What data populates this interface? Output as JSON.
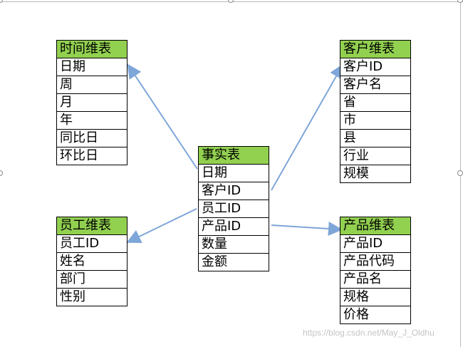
{
  "tables": {
    "time": {
      "title": "时间维表",
      "rows": [
        "日期",
        "周",
        "月",
        "年",
        "同比日",
        "环比日"
      ]
    },
    "customer": {
      "title": "客户维表",
      "rows": [
        "客户ID",
        "客户名",
        "省",
        "市",
        "县",
        "行业",
        "规模"
      ]
    },
    "fact": {
      "title": "事实表",
      "rows": [
        "日期",
        "客户ID",
        "员工ID",
        "产品ID",
        "数量",
        "金额"
      ]
    },
    "employee": {
      "title": "员工维表",
      "rows": [
        "员工ID",
        "姓名",
        "部门",
        "性别"
      ]
    },
    "product": {
      "title": "产品维表",
      "rows": [
        "产品ID",
        "产品代码",
        "产品名",
        "规格",
        "价格"
      ]
    }
  },
  "watermark": "https://blog.csdn.net/May_J_Oldhu",
  "colors": {
    "header": "#92d050",
    "arrow": "#7ea6d8"
  }
}
